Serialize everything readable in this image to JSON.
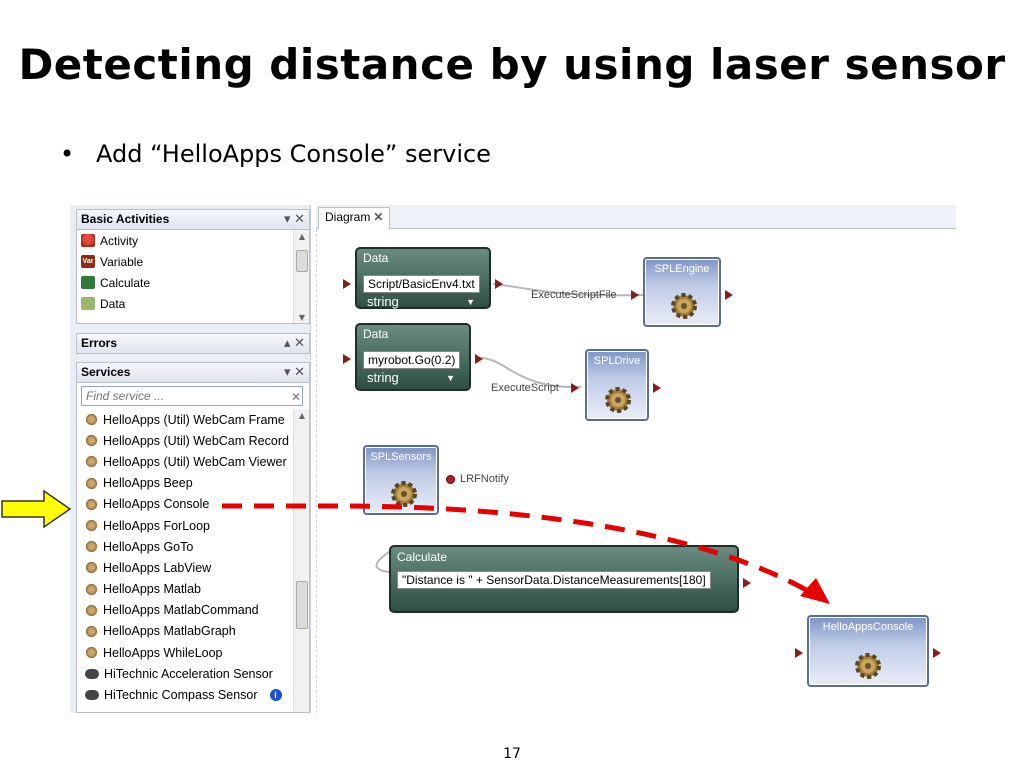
{
  "slide": {
    "title": "Detecting distance by using laser sensor",
    "bullet_symbol": "•",
    "bullet": "Add “HelloApps Console” service",
    "page_number": "17"
  },
  "basic_activities": {
    "title": "Basic Activities",
    "controls": "▾ ✕",
    "items": [
      "Activity",
      "Variable",
      "Calculate",
      "Data"
    ],
    "variable_icon_text": "Var"
  },
  "errors": {
    "title": "Errors",
    "controls": "▴ ✕"
  },
  "services": {
    "title": "Services",
    "controls": "▾ ✕",
    "search_placeholder": "Find service ...",
    "search_clear": "✕",
    "items": [
      "HelloApps (Util) WebCam Frame",
      "HelloApps (Util) WebCam Record",
      "HelloApps (Util) WebCam Viewer",
      "HelloApps Beep",
      "HelloApps Console",
      "HelloApps ForLoop",
      "HelloApps GoTo",
      "HelloApps LabView",
      "HelloApps Matlab",
      "HelloApps MatlabCommand",
      "HelloApps MatlabGraph",
      "HelloApps WhileLoop",
      "HiTechnic Acceleration Sensor",
      "HiTechnic Compass Sensor"
    ],
    "info_icon": "i"
  },
  "diagram": {
    "tab_label": "Diagram",
    "tab_close": "✕",
    "data_node_1": {
      "header": "Data",
      "value": "Script/BasicEnv4.txt",
      "type": "string"
    },
    "data_node_2": {
      "header": "Data",
      "value": "myrobot.Go(0.2)",
      "type": "string"
    },
    "conn_1_label": "ExecuteScriptFile",
    "conn_2_label": "ExecuteScript",
    "spl_engine": "SPLEngine",
    "spl_drive": "SPLDrive",
    "spl_sensors": "SPLSensors",
    "notify_label": "LRFNotify",
    "calc_node": {
      "header": "Calculate",
      "expression": "\"Distance is \" + SensorData.DistanceMeasurements[180]"
    },
    "console_node": "HelloAppsConsole",
    "dropdown_glyph": "▼"
  }
}
